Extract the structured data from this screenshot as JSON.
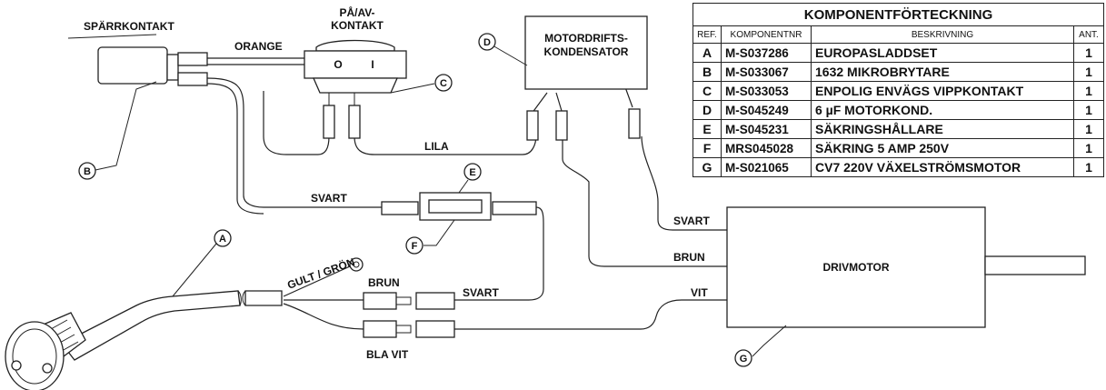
{
  "labels": {
    "sparrkontakt": "SPÄRRKONTAKT",
    "pa_av_line1": "PÅ/AV-",
    "pa_av_line2": "KONTAKT",
    "switch_o": "O",
    "switch_i": "I",
    "orange": "ORANGE",
    "motordrifts_line1": "MOTORDRIFTS-",
    "motordrifts_line2": "KONDENSATOR",
    "lila": "LILA",
    "svart_fuse": "SVART",
    "gult_gron": "GULT / GRÖN",
    "brun_plug": "BRUN",
    "svart_plug": "SVART",
    "bla_vit": "BLA VIT",
    "svart_motor": "SVART",
    "brun_motor": "BRUN",
    "vit_motor": "VIT",
    "drivmotor": "DRIVMOTOR"
  },
  "callouts": {
    "a": "A",
    "b": "B",
    "c": "C",
    "d": "D",
    "e": "E",
    "f": "F",
    "g": "G"
  },
  "table": {
    "title": "KOMPONENTFÖRTECKNING",
    "headers": [
      "REF.",
      "KOMPONENTNR",
      "BESKRIVNING",
      "ANT."
    ],
    "rows": [
      {
        "ref": "A",
        "nr": "M-S037286",
        "desc": "EUROPASLADDSET",
        "qty": "1"
      },
      {
        "ref": "B",
        "nr": "M-S033067",
        "desc": "1632 MIKROBRYTARE",
        "qty": "1"
      },
      {
        "ref": "C",
        "nr": "M-S033053",
        "desc": "ENPOLIG ENVÄGS VIPPKONTAKT",
        "qty": "1"
      },
      {
        "ref": "D",
        "nr": "M-S045249",
        "desc": "6 µF MOTORKOND.",
        "qty": "1"
      },
      {
        "ref": "E",
        "nr": "M-S045231",
        "desc": "SÄKRINGSHÅLLARE",
        "qty": "1"
      },
      {
        "ref": "F",
        "nr": "MRS045028",
        "desc": "SÄKRING 5 AMP 250V",
        "qty": "1"
      },
      {
        "ref": "G",
        "nr": "M-S021065",
        "desc": "CV7 220V VÄXELSTRÖMSMOTOR",
        "qty": "1"
      }
    ]
  }
}
